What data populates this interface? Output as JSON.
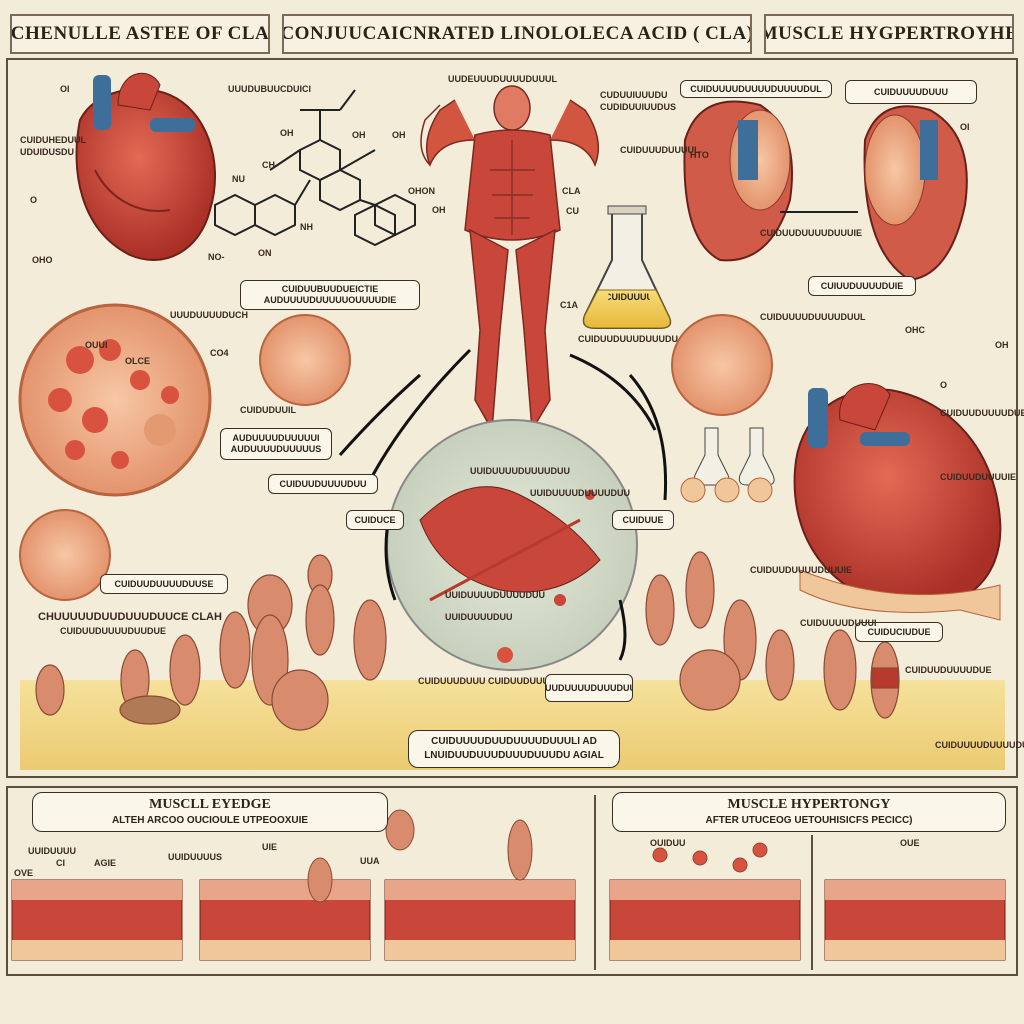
{
  "header": {
    "left_title": "CHENULLE ASTEE OF CLA",
    "center_title": "CONJUUCAICNRATED LINOLOLECA ACID ( CLA)",
    "right_title": "MUSCLE HYGPERTROYHE"
  },
  "labels": {
    "heart_tl_top": "OI",
    "heart_tl_left1": "CUIDUHEDUUL",
    "heart_tl_left2": "UDUIDUSDU",
    "heart_tl_o": "O",
    "heart_tl_bottom": "OHO",
    "chem_top": "UUUDUBUUCDUICI",
    "chem_oh1": "OH",
    "chem_nu": "NU",
    "chem_oh2": "OH",
    "chem_oh3": "OH",
    "chem_oh4": "OH",
    "chem_ohon": "OHON",
    "chem_ch": "CH",
    "chem_nh": "NH",
    "chem_no": "NO-",
    "chem_on": "ON",
    "body_top": "UUDEUUUDUUUUDUUUL",
    "body_cla": "CLA",
    "body_cu": "CU",
    "body_ca": "C1A",
    "body_right1": "CUDUUIUUUDU",
    "body_right2": "CUDIDUUIUUDUS",
    "flask_label": "CUIDUUUU",
    "flask_text": "CUIDUUDUUUDUUUDU",
    "flask_text2": "CUIDUUUDUUUUL",
    "cell_left_box": "CUIDUUBUUDUEICTIE AUDUUUUDUUUUUOUUUUDIE",
    "cell_left_label1": "UUUDUUUUDUCH",
    "cell_left_label2": "CUIDUDUUIL",
    "cell_left_co": "CO4",
    "cell_left_ouu": "OUUI",
    "cell_left_olce": "OLCE",
    "left_box_mid": "AUDUUUUDUUUUUI AUDUUUUDUUUUUS",
    "center_box1": "CUIDUUDUUUUDUU",
    "center_box2": "CUIDUCE",
    "center_box3": "CUIDUUE",
    "center_l1": "UUIDUUUUDUUUUDUU",
    "center_l2": "UUIDUUUUDUUUUDUU",
    "center_l3": "UUIDUUUUDUUUUDUU",
    "center_l4": "UUIDUUUUDUU",
    "bottom_left_box": "CUIDUUDUUUUDUUSE",
    "bottom_left_title1": "CHUUUUUDUUDUUUDUUCE CLAH",
    "bottom_left_title2": "CUIDUUDUUUUDUUDUE",
    "center_bottom_box1": "CUIDUUUUDUUDUUUUDUUULI AD",
    "center_bottom_box2": "LNUIDUUDUUUDUUUDUUUDU AGIAL",
    "center_bottom_small": "CUIDUUUDUUU CUIDUUDUUUUI",
    "right_top_box": "CUIDUUUUDUUUUDUUUUDUL",
    "right_top_box2": "CUIDUUUUDUUU",
    "right_mid_box": "CUIUUDUUUUDUIE",
    "right_lbl1": "CUIDUUDUUUUDUUUIE",
    "right_lbl2": "CUIDUUUUDUUUUDUUL",
    "right_lbl3": "CUIDUUDUUUUDUE",
    "right_lbl4": "CUIDUUDUUUUIE",
    "right_box_comp": "CUIDUCIUDUE",
    "right_lbl5": "CUIDUUDUUUUDUUUIE",
    "right_lbl6": "CUIDUUUUDUUUI",
    "right_lbl7": "CUIDUUDUUUUDUE",
    "right_lbl8": "CUIDUUUUDUUUUDUE",
    "right_ohc": "OHC",
    "right_oh": "OH",
    "right_o": "O",
    "right_oi": "OI",
    "right_hto": "HTO",
    "right_lbl_bottom": "CUIDUUDUUUUDUUUDUUUUE"
  },
  "bottom_panels": {
    "left_title": "MUSCLL EYEDGE",
    "left_subtitle": "ALTEH ARCOO OUCIOULE UTPEOOXUIE",
    "right_title": "MUSCLE HYPERTONGY",
    "right_subtitle": "AFTER UTUCEOG UETOUHISICFS PECICC)",
    "left_lbl1": "OVE",
    "left_lbl2": "CI",
    "left_lbl3": "AGIE",
    "left_lbl4": "UUIDUUUU",
    "left_lbl5": "UUIDUUUUS",
    "left_lbl6": "UIE",
    "left_lbl7": "UUA",
    "right_lbl1": "OUIDUU",
    "right_lbl2": "OUE"
  },
  "colors": {
    "background": "#f3ecd9",
    "muscle": "#c8463a",
    "muscle_light": "#e07a62",
    "cell": "#f0b18f",
    "fat": "#f3c94a",
    "vessel_blue": "#3d6f9a",
    "frame": "#5c4f3e"
  }
}
